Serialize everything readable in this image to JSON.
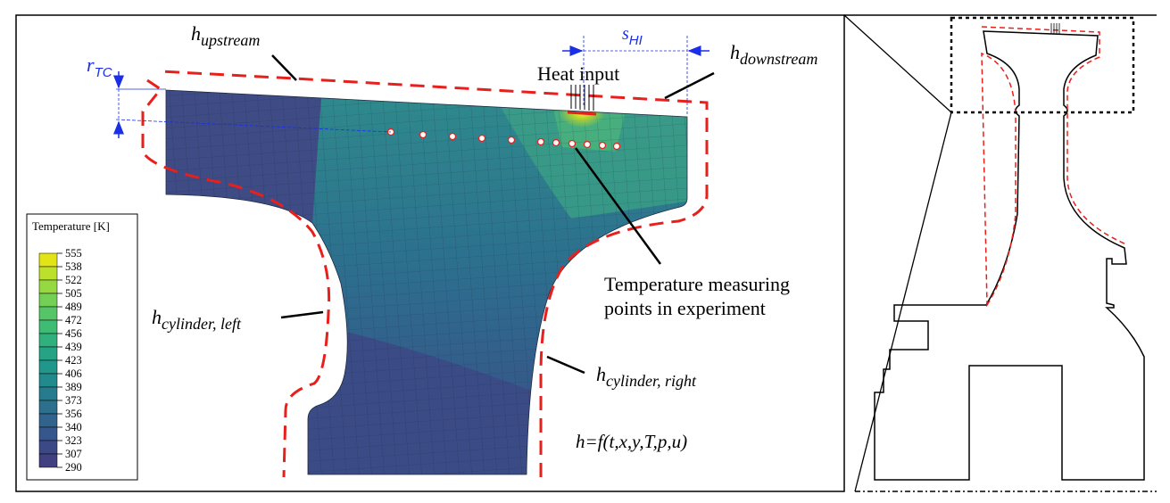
{
  "labels": {
    "h_upstream": {
      "base": "h",
      "sub": "upstream"
    },
    "h_downstream": {
      "base": "h",
      "sub": "downstream"
    },
    "h_cyl_left": {
      "base": "h",
      "sub": "cylinder, left"
    },
    "h_cyl_right": {
      "base": "h",
      "sub": "cylinder, right"
    },
    "r_tc": {
      "base": "r",
      "sub": "TC"
    },
    "s_hi": {
      "base": "s",
      "sub": "HI"
    },
    "heat_input": "Heat input",
    "temp_points_line1": "Temperature measuring",
    "temp_points_line2": "points in experiment",
    "formula": "h=f(t,x,y,T,p,u)"
  },
  "colorbar": {
    "title": "Temperature [K]",
    "ticks": [
      "555",
      "538",
      "522",
      "505",
      "489",
      "472",
      "456",
      "439",
      "423",
      "406",
      "389",
      "373",
      "356",
      "340",
      "323",
      "307",
      "290"
    ],
    "colors": [
      "#e2e418",
      "#bde02c",
      "#95d840",
      "#73cf55",
      "#55c568",
      "#3fbb74",
      "#2fb07d",
      "#25a384",
      "#21968a",
      "#22898d",
      "#267c8e",
      "#2c708e",
      "#31638d",
      "#36578b",
      "#3b4a87",
      "#414081"
    ]
  },
  "colors": {
    "mesh_cool": "#3d4f86",
    "mesh_mid": "#2f7e8c",
    "mesh_warm": "#3aa785",
    "hot_spot": "#e8e23a",
    "boundary_dash": "#e8201c",
    "annotation_blue": "#1a2ee8"
  }
}
